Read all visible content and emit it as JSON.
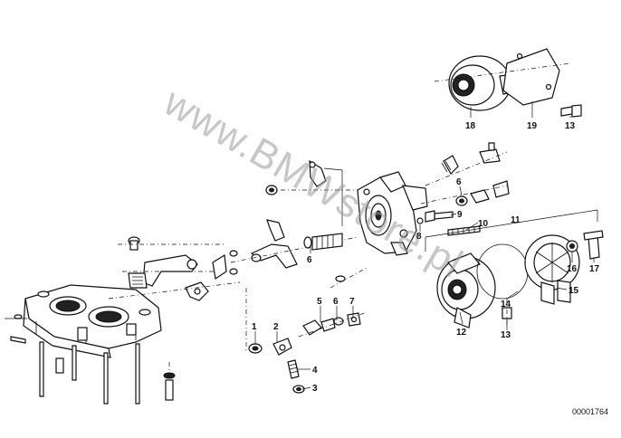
{
  "watermark": "www.BMWstore.pl",
  "reference_number": "00001764",
  "callouts": [
    {
      "id": "c1",
      "text": "1"
    },
    {
      "id": "c2",
      "text": "2"
    },
    {
      "id": "c3",
      "text": "3"
    },
    {
      "id": "c4",
      "text": "4"
    },
    {
      "id": "c5",
      "text": "5"
    },
    {
      "id": "c6a",
      "text": "6"
    },
    {
      "id": "c6b",
      "text": "6"
    },
    {
      "id": "c6c",
      "text": "6"
    },
    {
      "id": "c7",
      "text": "7"
    },
    {
      "id": "c8",
      "text": "8"
    },
    {
      "id": "c9",
      "text": "9"
    },
    {
      "id": "c10",
      "text": "10"
    },
    {
      "id": "c11",
      "text": "11"
    },
    {
      "id": "c12",
      "text": "12"
    },
    {
      "id": "c13a",
      "text": "13"
    },
    {
      "id": "c13b",
      "text": "13"
    },
    {
      "id": "c14",
      "text": "14"
    },
    {
      "id": "c15",
      "text": "15"
    },
    {
      "id": "c16",
      "text": "16"
    },
    {
      "id": "c17",
      "text": "17"
    },
    {
      "id": "c18",
      "text": "18"
    },
    {
      "id": "c19",
      "text": "19"
    }
  ]
}
